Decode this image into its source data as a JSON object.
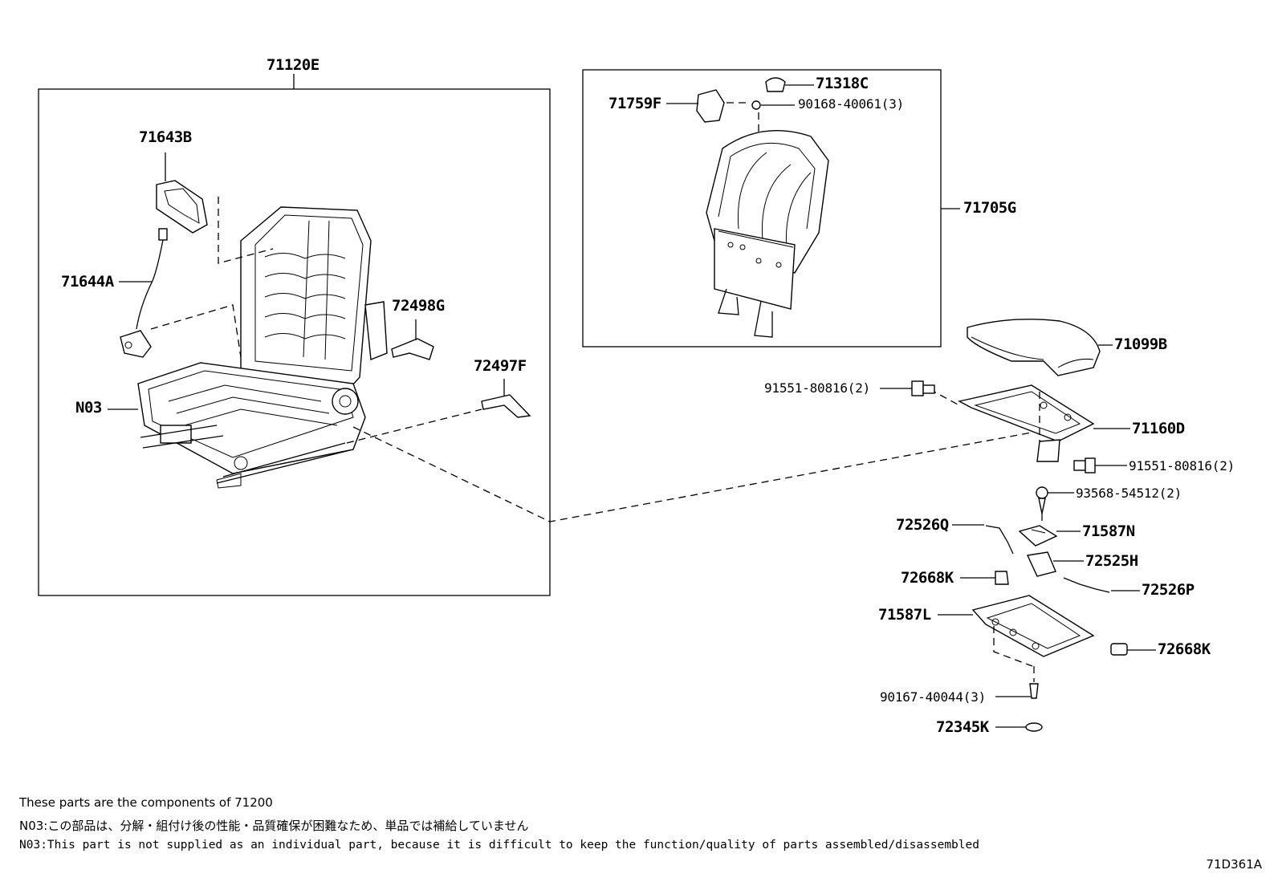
{
  "labels": {
    "assy_seat_frame": "71120E",
    "lever": "71643B",
    "cable": "71644A",
    "cover_upper": "72498G",
    "cover_lower": "72497F",
    "frame_n03": "N03",
    "hook": "71759F",
    "cap": "71318C",
    "screw_head": "90168-40061(3)",
    "headrest_pad": "71705G",
    "cushion_pad": "71099B",
    "bolt_left": "91551-80816(2)",
    "bracket": "71160D",
    "bolt_right": "91551-80816(2)",
    "clip_93568": "93568-54512(2)",
    "wire_q": "72526Q",
    "pad_n": "71587N",
    "handle_h": "72525H",
    "knob_left": "72668K",
    "wire_p": "72526P",
    "base_l": "71587L",
    "knob_right": "72668K",
    "screw_base": "90167-40044(3)",
    "washer": "72345K"
  },
  "notes": {
    "components": "These parts are the components of 71200",
    "n03_japanese": "N03:この部品は、分解・組付け後の性能・品質確保が困難なため、単品では補給していません",
    "n03_english": "N03:This part is not supplied as an individual part, because it is difficult to keep the function/quality of parts assembled/disassembled"
  },
  "diagram_code": "71D361A"
}
